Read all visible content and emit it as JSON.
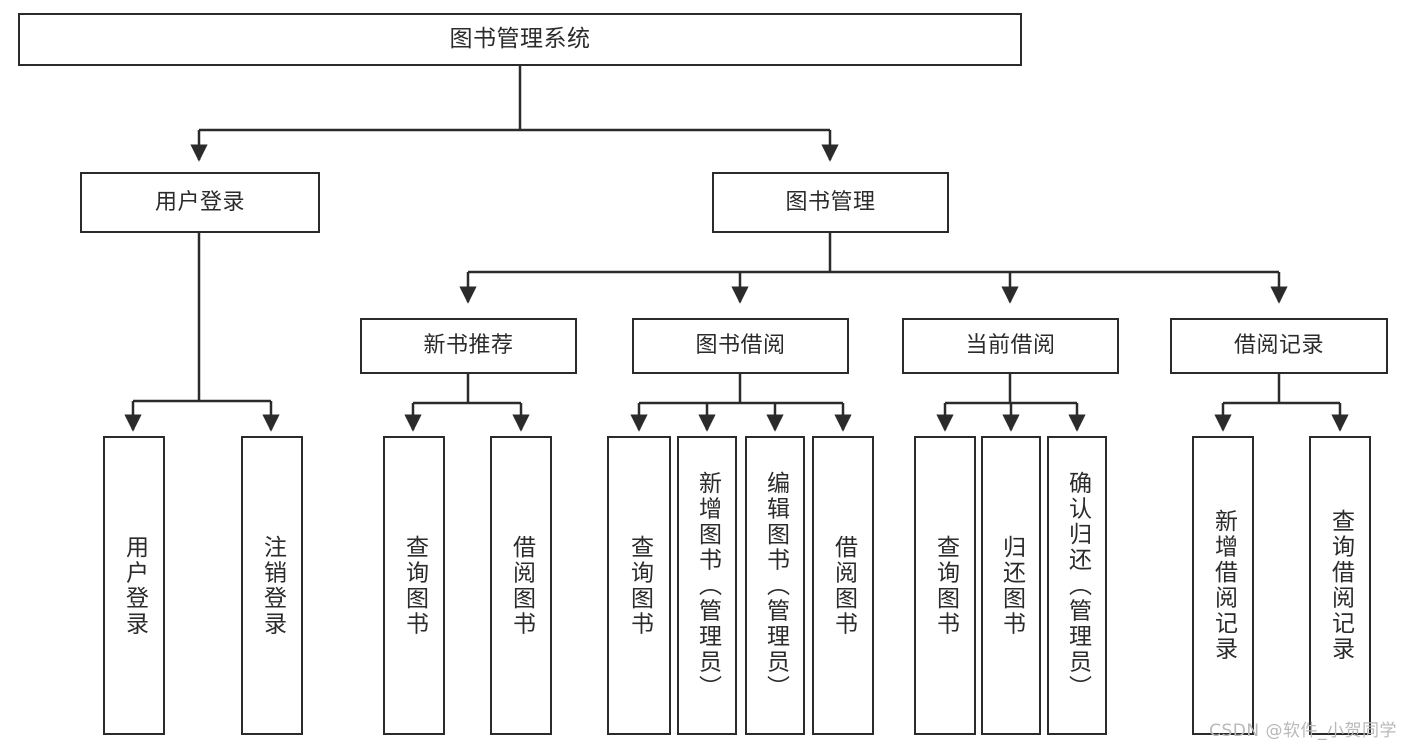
{
  "diagram": {
    "title": "图书管理系统",
    "watermark": "CSDN @软件_小贺同学",
    "colors": {
      "stroke": "#2b2b2b",
      "fill": "#ffffff",
      "watermark": "#b9b9b9"
    },
    "levels": {
      "root": {
        "label": "图书管理系统"
      },
      "level2": [
        {
          "id": "user-login",
          "label": "用户登录"
        },
        {
          "id": "book-management",
          "label": "图书管理"
        }
      ],
      "level3": [
        {
          "id": "new-book-recommend",
          "label": "新书推荐"
        },
        {
          "id": "book-borrow",
          "label": "图书借阅"
        },
        {
          "id": "current-borrow",
          "label": "当前借阅"
        },
        {
          "id": "borrow-record",
          "label": "借阅记录"
        }
      ],
      "leaves": [
        {
          "id": "leaf-user-login",
          "label": "用户登录",
          "parent": "user-login"
        },
        {
          "id": "leaf-logout-login",
          "label": "注销登录",
          "parent": "user-login"
        },
        {
          "id": "leaf-query-book-1",
          "label": "查询图书",
          "parent": "new-book-recommend"
        },
        {
          "id": "leaf-borrow-book-1",
          "label": "借阅图书",
          "parent": "new-book-recommend"
        },
        {
          "id": "leaf-query-book-2",
          "label": "查询图书",
          "parent": "book-borrow"
        },
        {
          "id": "leaf-add-book",
          "label": "新增图书（管理员）",
          "parent": "book-borrow"
        },
        {
          "id": "leaf-edit-book",
          "label": "编辑图书（管理员）",
          "parent": "book-borrow"
        },
        {
          "id": "leaf-borrow-book-2",
          "label": "借阅图书",
          "parent": "book-borrow"
        },
        {
          "id": "leaf-query-book-3",
          "label": "查询图书",
          "parent": "current-borrow"
        },
        {
          "id": "leaf-return-book",
          "label": "归还图书",
          "parent": "current-borrow"
        },
        {
          "id": "leaf-confirm-return",
          "label": "确认归还（管理员）",
          "parent": "current-borrow"
        },
        {
          "id": "leaf-add-borrow-record",
          "label": "新增借阅记录",
          "parent": "borrow-record"
        },
        {
          "id": "leaf-query-borrow-record",
          "label": "查询借阅记录",
          "parent": "borrow-record"
        }
      ]
    }
  }
}
